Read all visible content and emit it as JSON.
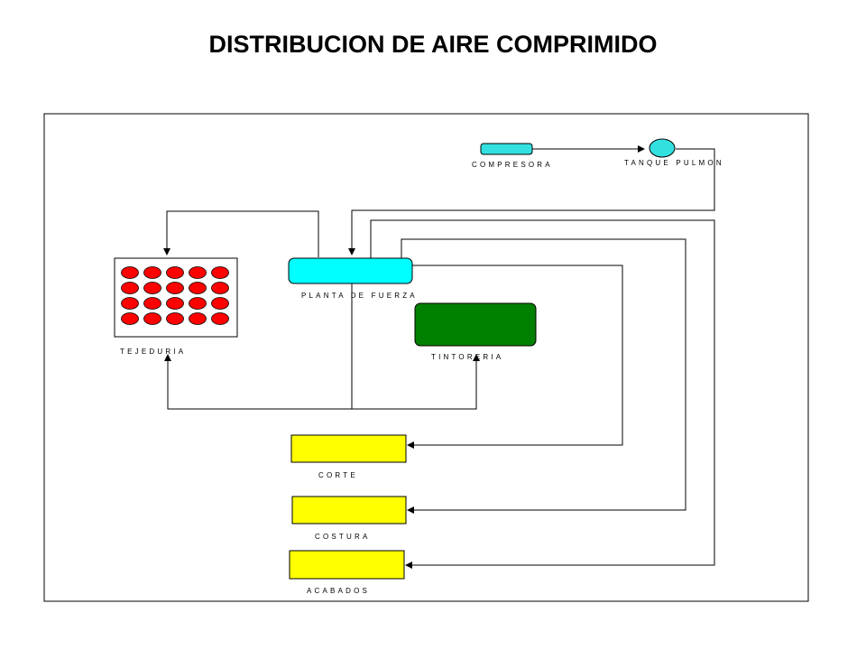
{
  "title": "DISTRIBUCION DE AIRE COMPRIMIDO",
  "nodes": {
    "compresora": "COMPRESORA",
    "tanque_pulmon": "TANQUE PULMON",
    "planta_de_fuerza": "PLANTA DE FUERZA",
    "tejeduria": "TEJEDURIA",
    "tintoreria": "TINTORERIA",
    "corte": "CORTE",
    "costura": "COSTURA",
    "acabados": "ACABADOS"
  },
  "tejeduria_machines": {
    "rows": 4,
    "cols": 5
  },
  "colors": {
    "compresora": "#33e0e0",
    "tanque_pulmon": "#33e0e0",
    "planta_de_fuerza": "#00ffff",
    "tintoreria": "#008000",
    "machines": "#ff0000",
    "yellow_blocks": "#ffff00",
    "lines": "#000000"
  }
}
